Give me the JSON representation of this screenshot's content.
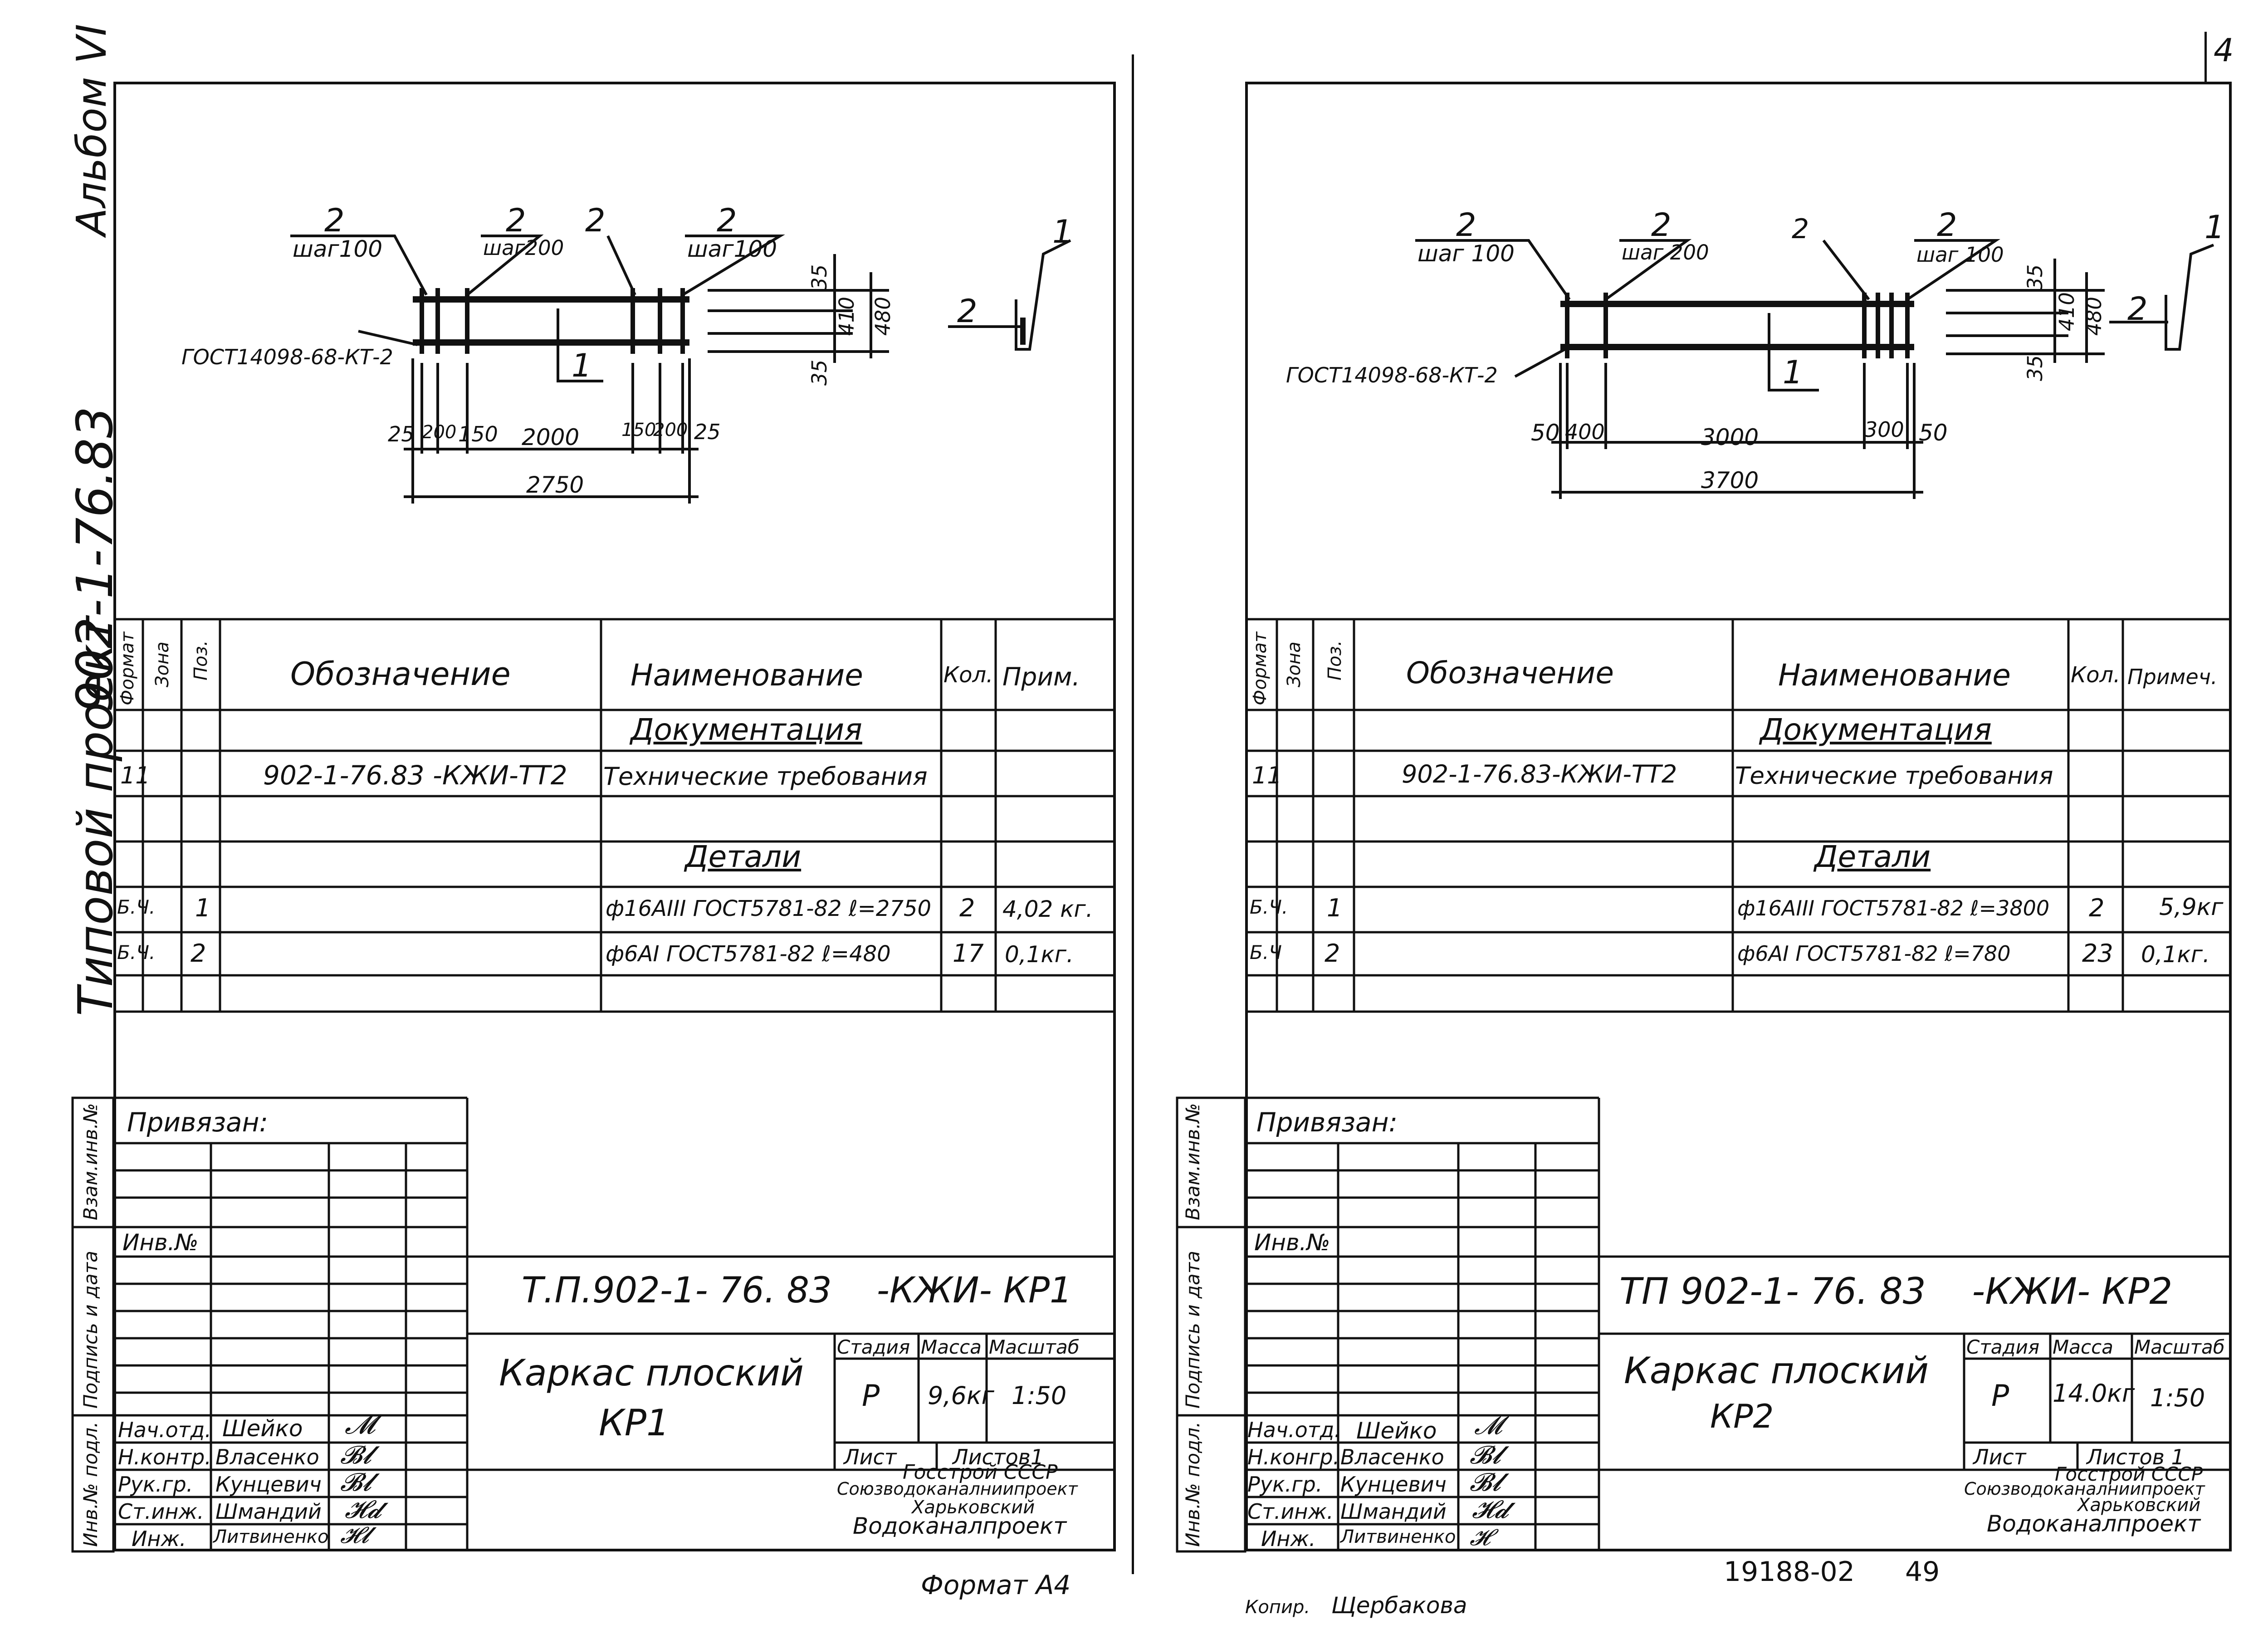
{
  "side_labels": {
    "album": "Альбом VI",
    "project_code": "902-1-76.83",
    "project_type": "Типовой проект",
    "vzam": "Взам.инв.№",
    "podpis": "Подпись и дата",
    "inv_podl": "Инв.№ подл."
  },
  "corner_page": "4",
  "sheets": [
    {
      "drawing": {
        "pos_label_1": "2",
        "pos_label_2": "2",
        "pos_label_3": "2",
        "pos_label_4": "2",
        "step_1": "шаг100",
        "step_2": "шаг200",
        "step_3": "шаг100",
        "gost_label": "ГОСТ14098-68-КТ-2",
        "bar_label": "1",
        "dims_bottom": [
          "25",
          "200",
          "150",
          "2000",
          "150",
          "200",
          "25"
        ],
        "total_length": "2750",
        "dim_35_top": "35",
        "dim_410": "410",
        "dim_480": "480",
        "dim_35_bot": "35",
        "section_1": "1",
        "section_2": "2"
      },
      "spec": {
        "headers": {
          "format": "Формат",
          "zone": "Зона",
          "pos": "Поз.",
          "designation": "Обозначение",
          "name": "Наименование",
          "qty": "Кол.",
          "note": "Прим."
        },
        "section_docs": "Документация",
        "doc_row": {
          "format": "11",
          "designation": "902-1-76.83 -КЖИ-ТТ2",
          "name": "Технические требования"
        },
        "section_details": "Детали",
        "detail_rows": [
          {
            "format": "Б.Ч.",
            "pos": "1",
            "name": "ф16АIII ГОСТ5781-82 ℓ=2750",
            "qty": "2",
            "note": "4,02 кг."
          },
          {
            "format": "Б.Ч.",
            "pos": "2",
            "name": "ф6АI ГОСТ5781-82 ℓ=480",
            "qty": "17",
            "note": "0,1кг."
          }
        ]
      },
      "stamp": {
        "privyazan": "Привязан:",
        "inv_no": "Инв.№",
        "code": "Т.П.902-1- 76. 83    -КЖИ- КР1",
        "title_1": "Каркас плоский",
        "title_2": "КР1",
        "stage_h": "Стадия",
        "mass_h": "Масса",
        "scale_h": "Масштаб",
        "stage": "Р",
        "mass": "9,6кг",
        "scale": "1:50",
        "list": "Лист",
        "listov": "Листов1",
        "org_1": "Госстрой СССР",
        "org_2": "Союзводоканалниипроект",
        "org_3": "Харьковский",
        "org_4": "Водоканалпроект",
        "roles": [
          "Нач.отд.",
          "Н.контр.",
          "Рук.гр.",
          "Ст.инж.",
          "Инж."
        ],
        "names": [
          "Шейко",
          "Власенко",
          "Кунцевич",
          "Шмандий",
          "Литвиненко"
        ]
      },
      "footer": "Формат А4"
    },
    {
      "drawing": {
        "pos_label_1": "2",
        "pos_label_2": "2",
        "pos_label_3": "2",
        "pos_label_4": "2",
        "step_1": "шаг 100",
        "step_2": "шаг 200",
        "step_3": "шаг 100",
        "gost_label": "ГОСТ14098-68-КТ-2",
        "bar_label": "1",
        "dims_bottom": [
          "50",
          "400",
          "3000",
          "300",
          "50"
        ],
        "total_length": "3700",
        "dim_35_top": "35",
        "dim_410": "410",
        "dim_480": "480",
        "dim_35_bot": "35",
        "section_1": "1",
        "section_2": "2"
      },
      "spec": {
        "headers": {
          "format": "Формат",
          "zone": "Зона",
          "pos": "Поз.",
          "designation": "Обозначение",
          "name": "Наименование",
          "qty": "Кол.",
          "note": "Примеч."
        },
        "section_docs": "Документация",
        "doc_row": {
          "format": "11",
          "designation": "902-1-76.83-КЖИ-ТТ2",
          "name": "Технические требования"
        },
        "section_details": "Детали",
        "detail_rows": [
          {
            "format": "Б.Ч.",
            "pos": "1",
            "name": "ф16АIII ГОСТ5781-82 ℓ=3800",
            "qty": "2",
            "note": "5,9кг"
          },
          {
            "format": "Б.Ч",
            "pos": "2",
            "name": "ф6АI ГОСТ5781-82 ℓ=780",
            "qty": "23",
            "note": "0,1кг."
          }
        ]
      },
      "stamp": {
        "privyazan": "Привязан:",
        "inv_no": "Инв.№",
        "code": "ТП 902-1- 76. 83    -КЖИ- КР2",
        "title_1": "Каркас плоский",
        "title_2": "КР2",
        "stage_h": "Стадия",
        "mass_h": "Масса",
        "scale_h": "Масштаб",
        "stage": "Р",
        "mass": "14.0кг",
        "scale": "1:50",
        "list": "Лист",
        "listov": "Листов 1",
        "org_1": "Госстрой СССР",
        "org_2": "Союзводоканалниипроект",
        "org_3": "Харьковский",
        "org_4": "Водоканалпроект",
        "roles": [
          "Нач.отд.",
          "Н.конгр.",
          "Рук.гр.",
          "Ст.инж.",
          "Инж."
        ],
        "names": [
          "Шейко",
          "Власенко",
          "Кунцевич",
          "Шмандий",
          "Литвиненко"
        ]
      },
      "footer_number": "19188-02",
      "footer_page": "49",
      "copy_label": "Копир.",
      "copy_name": "Щербакова"
    }
  ]
}
